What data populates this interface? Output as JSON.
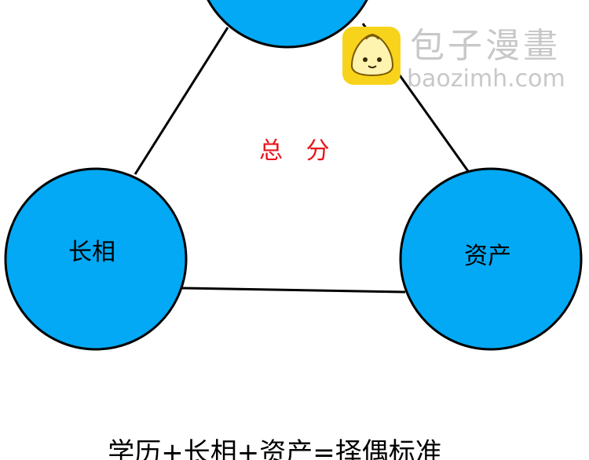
{
  "diagram": {
    "center_label": "总 分",
    "nodes": {
      "left": "长相",
      "right": "资产",
      "top": ""
    },
    "caption": "学历+长相+资产=择偶标准"
  },
  "watermark": {
    "title": "包子漫畫",
    "url": "baozimh.com"
  },
  "colors": {
    "node_fill": "#03a9f4",
    "node_stroke": "#000000",
    "center_text": "#e8141b",
    "watermark_text": "#c8c8c8",
    "logo_bg": "#f8d31b"
  }
}
